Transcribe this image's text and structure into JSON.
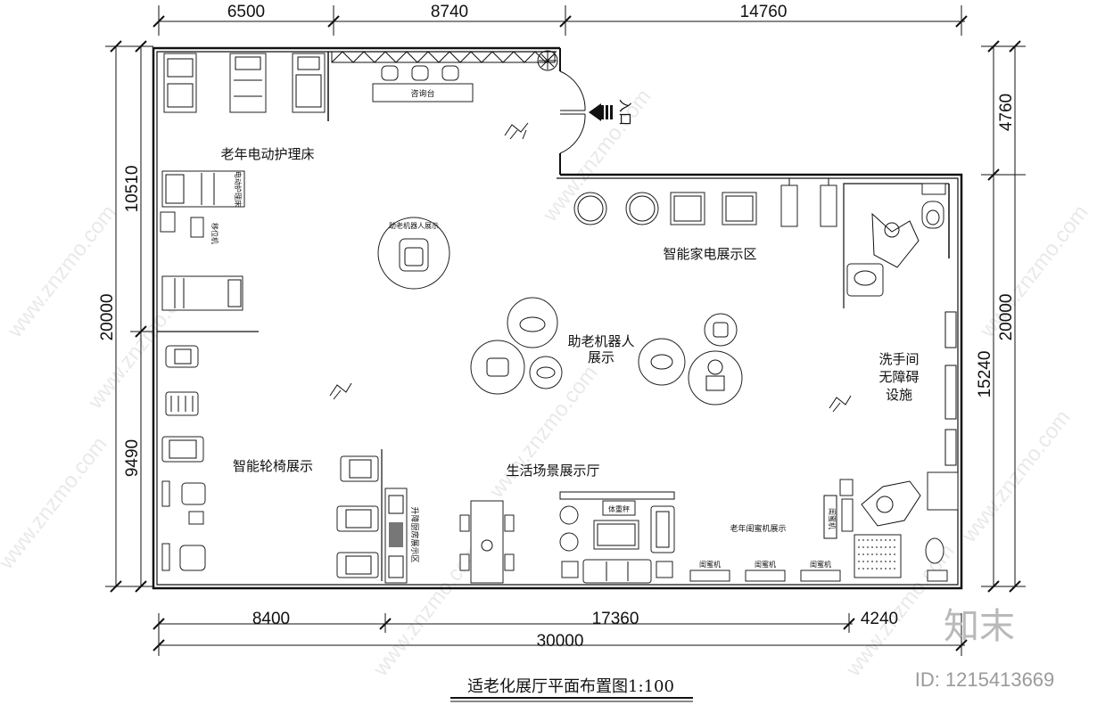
{
  "dims_top": [
    "6500",
    "8740",
    "14760"
  ],
  "dims_bottom": [
    "8400",
    "17360",
    "4240"
  ],
  "dim_total": "30000",
  "dims_left": [
    "10510",
    "20000",
    "9490"
  ],
  "dims_right": [
    "4760",
    "20000",
    "15240"
  ],
  "labels": {
    "consult_desk": "咨询台",
    "entrance": "入口",
    "electric_bed": "老年电动护理床",
    "bed_tag": "电动护理床",
    "shift_machine": "移位机",
    "robot_show_small": "助老机器人展示",
    "robot_show_center_line1": "助老机器人",
    "robot_show_center_line2": "展示",
    "appliance_zone": "智能家电展示区",
    "restroom_line1": "洗手间",
    "restroom_line2": "无障碍",
    "restroom_line3": "设施",
    "wheelchair_zone": "智能轮椅展示",
    "living_hall": "生活场景展示厅",
    "kitchen_zone": "升降厨房展示区",
    "scale": "体重秤",
    "companion_zone": "老年闺蜜机展示",
    "companion_unit": "闺蜜机"
  },
  "companion_units": 3,
  "title": "适老化展厅平面布置图1:100",
  "brand": "知末",
  "id_text": "ID: 1215413669",
  "watermark": "www.znzmo.com"
}
